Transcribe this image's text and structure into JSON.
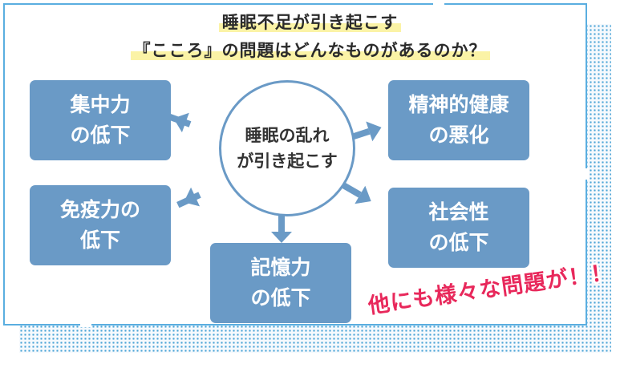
{
  "title": {
    "line1": "睡眠不足が引き起こす",
    "line2": "『こころ』の問題はどんなものがあるのか？"
  },
  "center": {
    "line1": "睡眠の乱れ",
    "line2": "が引き起こす"
  },
  "boxes": {
    "concentration": {
      "line1": "集中力",
      "line2": "の低下"
    },
    "immunity": {
      "line1": "免疫力の",
      "line2": "低下"
    },
    "memory": {
      "line1": "記憶力",
      "line2": "の低下"
    },
    "mental_health": {
      "line1": "精神的健康",
      "line2": "の悪化"
    },
    "sociality": {
      "line1": "社会性",
      "line2": "の低下"
    }
  },
  "callout": "他にも様々な問題が！！",
  "colors": {
    "box": "#6a9ac6",
    "frame": "#5aaee0",
    "highlight": "#fbf3a6",
    "callout": "#e8285b"
  }
}
